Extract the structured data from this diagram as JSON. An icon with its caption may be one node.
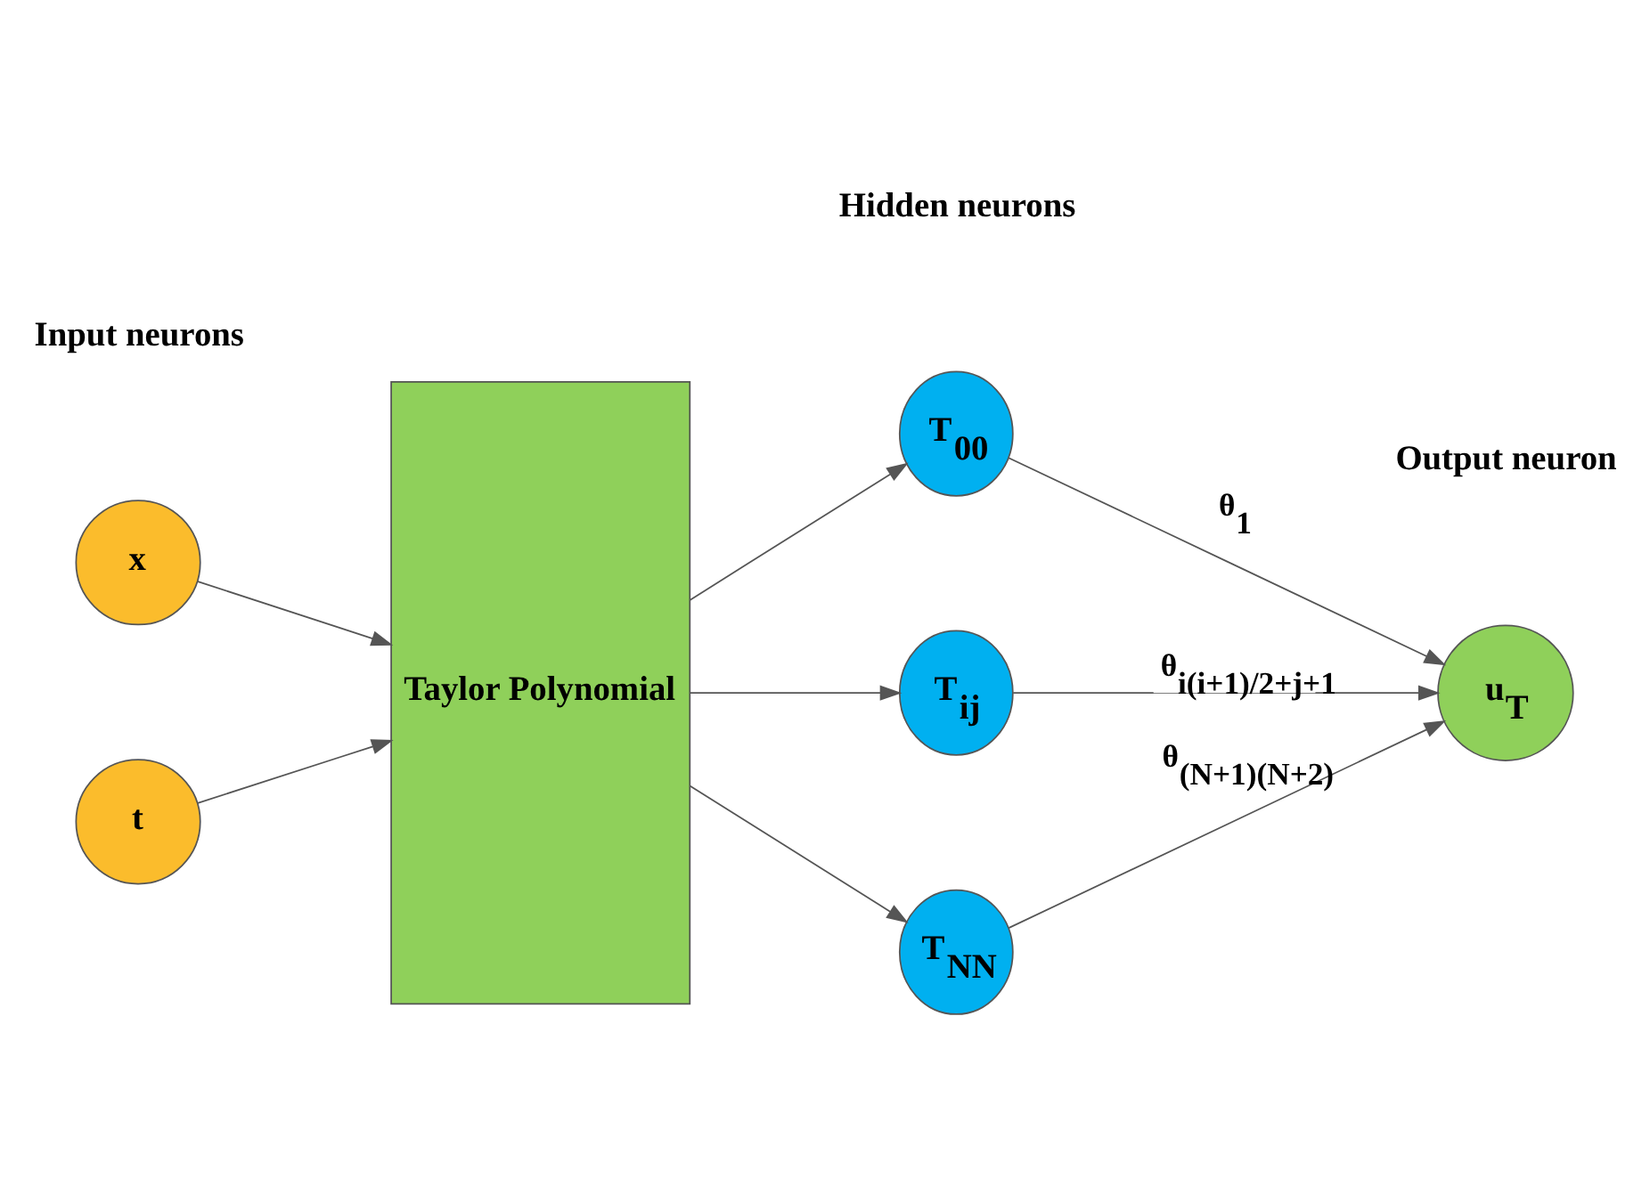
{
  "diagram": {
    "nodes": [
      {
        "text": [
          "x"
        ]
      },
      {
        "text": [
          "t"
        ]
      },
      {
        "text": [
          "Taylor Polynomial"
        ]
      },
      {
        "text": [
          "T$_{00}$"
        ]
      },
      {
        "text": [
          "T$_{ij}$"
        ]
      },
      {
        "text": [
          "T$_{NN}$"
        ]
      },
      {
        "text": [
          "u$_{T}$"
        ]
      }
    ],
    "edges": [
      {
        "from": 0,
        "to": 2,
        "arrow": "to"
      },
      {
        "from": 1,
        "to": 2,
        "arrow": "to"
      },
      {
        "from": 2,
        "to": 3,
        "arrow": "to"
      },
      {
        "from": 2,
        "to": 4,
        "arrow": "to"
      },
      {
        "from": 2,
        "to": 5,
        "arrow": "to"
      },
      {
        "from": 3,
        "to": 6,
        "arrow": "to",
        "label": "θ$_{1}$"
      },
      {
        "from": 4,
        "to": 6,
        "arrow": "to",
        "label": "θ$_{i(i+1)/2+j+1}$"
      },
      {
        "from": 5,
        "to": 6,
        "arrow": "to",
        "label": "θ$_{(N+1)(N+2)}$"
      }
    ],
    "labels": [
      "Input neurons",
      "Hidden neurons",
      "Output neuron"
    ]
  }
}
